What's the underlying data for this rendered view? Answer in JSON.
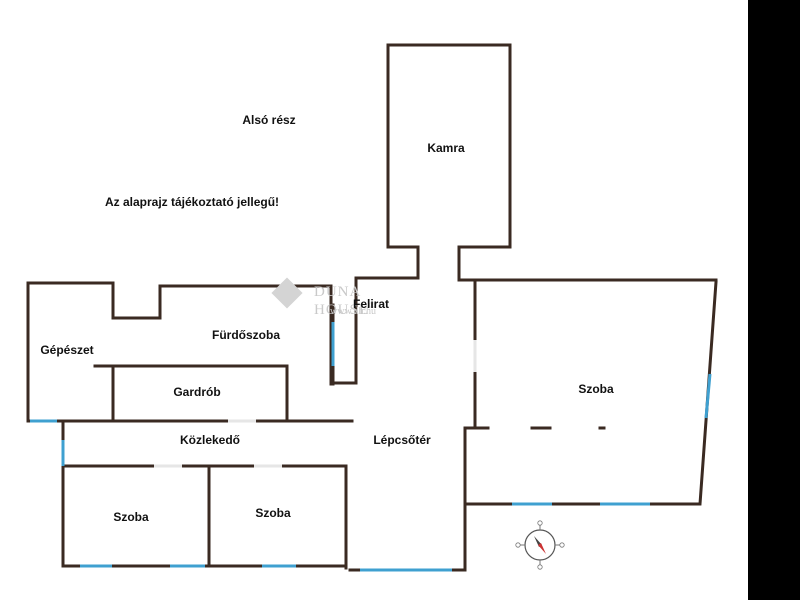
{
  "labels": {
    "also_resz": "Alsó rész",
    "notice": "Az alaprajz tájékoztató jellegű!",
    "kamra": "Kamra",
    "felirat": "Felirat",
    "gepeszet": "Gépészet",
    "furdoszoba": "Fürdőszoba",
    "gardrob": "Gardrób",
    "kozlekedo": "Közlekedő",
    "lepcsoter": "Lépcsőtér",
    "szoba_east": "Szoba",
    "szoba_sw_left": "Szoba",
    "szoba_sw_right": "Szoba"
  },
  "watermark": {
    "brand": "DUNA HOUSE",
    "registered": "®",
    "url": "www.dh.hu"
  },
  "colors": {
    "wall": "#3a2a22",
    "window": "#3fa0d0",
    "door_gap": "#e6e6e6",
    "background": "#ffffff",
    "frame": "#000000"
  },
  "icons": {
    "compass": "compass-icon",
    "watermark_logo": "duna-house-logo-icon"
  }
}
